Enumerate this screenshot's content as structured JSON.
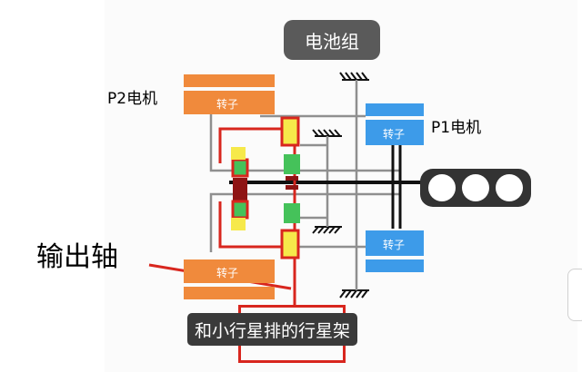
{
  "labels": {
    "battery": "电池组",
    "p2_motor": "P2电机",
    "p1_motor": "P1电机",
    "output_shaft": "输出轴",
    "rotor": "转子",
    "caption": "和小行星排的行星架"
  },
  "colors": {
    "orange": "#f08a3c",
    "blue": "#3d9be9",
    "green": "#45c25a",
    "yellow": "#f6e94a",
    "red": "#d8261e",
    "dark_red": "#8e1414",
    "gray": "#9a9a9a",
    "black": "#111111"
  },
  "icons": [
    "wheel-icon",
    "ground-hatch-icon"
  ]
}
